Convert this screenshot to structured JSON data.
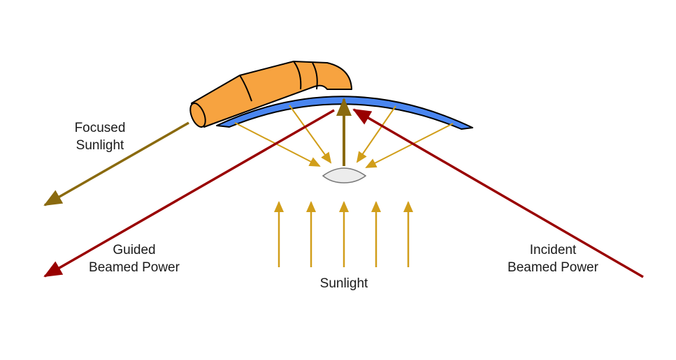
{
  "labels": {
    "focused_line1": "Focused",
    "focused_line2": "Sunlight",
    "guided_line1": "Guided",
    "guided_line2": "Beamed Power",
    "incident_line1": "Incident",
    "incident_line2": "Beamed Power",
    "sunlight": "Sunlight"
  },
  "colors": {
    "mirror_fill": "#4a86f0",
    "pipe_fill": "#f7a340",
    "sun_ray": "#d19e1a",
    "focused_beam": "#8a6a0f",
    "beamed_power": "#990000",
    "receiver_fill": "#ececec",
    "outline": "#000000"
  }
}
